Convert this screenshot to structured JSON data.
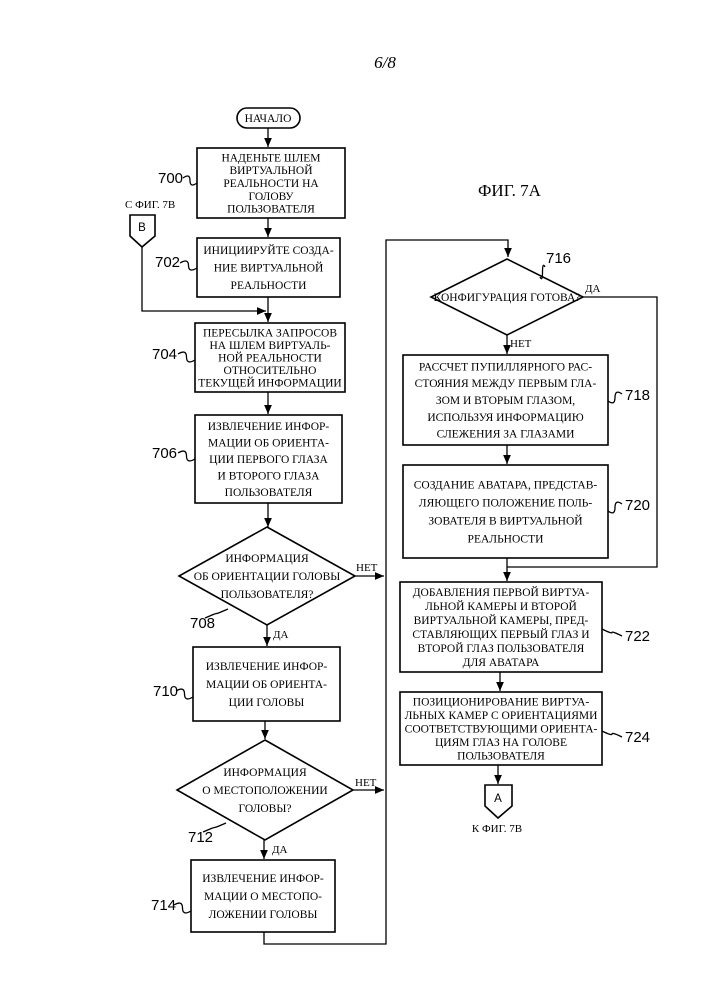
{
  "page_number": "6/8",
  "figure_title": "ФИГ. 7А",
  "start_label": "НАЧАЛО",
  "from_connector": {
    "caption": "С ФИГ. 7В",
    "letter": "В"
  },
  "to_connector": {
    "caption": "К ФИГ. 7В",
    "letter": "А"
  },
  "yes": "ДА",
  "no": "НЕТ",
  "steps": {
    "s700": {
      "ref": "700",
      "lines": [
        "НАДЕНЬТЕ ШЛЕМ",
        "ВИРТУАЛЬНОЙ",
        "РЕАЛЬНОСТИ НА",
        "ГОЛОВУ",
        "ПОЛЬЗОВАТЕЛЯ"
      ]
    },
    "s702": {
      "ref": "702",
      "lines": [
        "ИНИЦИИРУЙТЕ СОЗДА-",
        "НИЕ ВИРТУАЛЬНОЙ",
        "РЕАЛЬНОСТИ"
      ]
    },
    "s704": {
      "ref": "704",
      "lines": [
        "ПЕРЕСЫЛКА ЗАПРОСОВ",
        "НА ШЛЕМ ВИРТУАЛЬ-",
        "НОЙ РЕАЛЬНОСТИ",
        "ОТНОСИТЕЛЬНО",
        "ТЕКУЩЕЙ ИНФОРМАЦИИ"
      ]
    },
    "s706": {
      "ref": "706",
      "lines": [
        "ИЗВЛЕЧЕНИЕ ИНФОР-",
        "МАЦИИ ОБ ОРИЕНТА-",
        "ЦИИ ПЕРВОГО ГЛАЗА",
        "И ВТОРОГО ГЛАЗА",
        "ПОЛЬЗОВАТЕЛЯ"
      ]
    },
    "s708": {
      "ref": "708",
      "lines": [
        "ИНФОРМАЦИЯ",
        "ОБ ОРИЕНТАЦИИ ГОЛОВЫ",
        "ПОЛЬЗОВАТЕЛЯ?"
      ]
    },
    "s710": {
      "ref": "710",
      "lines": [
        "ИЗВЛЕЧЕНИЕ ИНФОР-",
        "МАЦИИ ОБ ОРИЕНТА-",
        "ЦИИ ГОЛОВЫ"
      ]
    },
    "s712": {
      "ref": "712",
      "lines": [
        "ИНФОРМАЦИЯ",
        "О МЕСТОПОЛОЖЕНИИ",
        "ГОЛОВЫ?"
      ]
    },
    "s714": {
      "ref": "714",
      "lines": [
        "ИЗВЛЕЧЕНИЕ ИНФОР-",
        "МАЦИИ О МЕСТОПО-",
        "ЛОЖЕНИИ ГОЛОВЫ"
      ]
    },
    "s716": {
      "ref": "716",
      "lines": [
        "КОНФИГУРАЦИЯ ГОТОВА?"
      ]
    },
    "s718": {
      "ref": "718",
      "lines": [
        "РАССЧЕТ ПУПИЛЛЯРНОГО РАС-",
        "СТОЯНИЯ МЕЖДУ ПЕРВЫМ ГЛА-",
        "ЗОМ И ВТОРЫМ ГЛАЗОМ,",
        "ИСПОЛЬЗУЯ ИНФОРМАЦИЮ",
        "СЛЕЖЕНИЯ ЗА ГЛАЗАМИ"
      ]
    },
    "s720": {
      "ref": "720",
      "lines": [
        "СОЗДАНИЕ АВАТАРА, ПРЕДСТАВ-",
        "ЛЯЮЩЕГО ПОЛОЖЕНИЕ ПОЛЬ-",
        "ЗОВАТЕЛЯ В ВИРТУАЛЬНОЙ",
        "РЕАЛЬНОСТИ"
      ]
    },
    "s722": {
      "ref": "722",
      "lines": [
        "ДОБАВЛЕНИЯ ПЕРВОЙ ВИРТУА-",
        "ЛЬНОЙ КАМЕРЫ И ВТОРОЙ",
        "ВИРТУАЛЬНОЙ КАМЕРЫ, ПРЕД-",
        "СТАВЛЯЮЩИХ ПЕРВЫЙ ГЛАЗ И",
        "ВТОРОЙ ГЛАЗ ПОЛЬЗОВАТЕЛЯ",
        "ДЛЯ АВАТАРА"
      ]
    },
    "s724": {
      "ref": "724",
      "lines": [
        "ПОЗИЦИОНИРОВАНИЕ ВИРТУА-",
        "ЛЬНЫХ КАМЕР С ОРИЕНТАЦИЯМИ",
        "СООТВЕТСТВУЮЩИМИ ОРИЕНТА-",
        "ЦИЯМ ГЛАЗ НА ГОЛОВЕ",
        "ПОЛЬЗОВАТЕЛЯ"
      ]
    }
  }
}
